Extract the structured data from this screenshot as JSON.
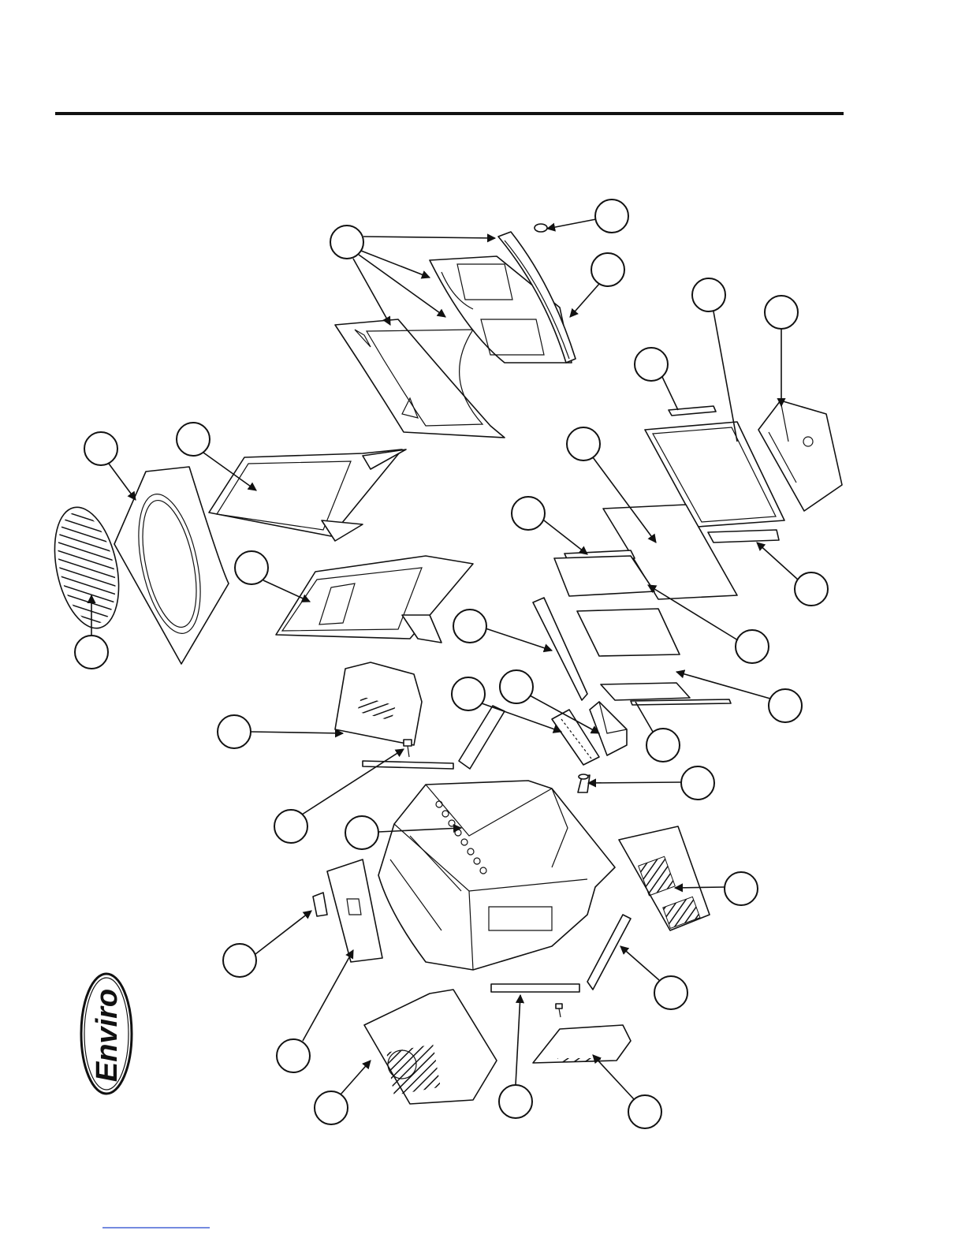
{
  "brand": {
    "logo_text": "Enviro"
  },
  "colors": {
    "ink": "#111111",
    "paper": "#ffffff",
    "footer_link": "#2244cc"
  },
  "diagram": {
    "type": "exploded-parts-view",
    "callout_count": 29,
    "callout_labels_visible": false
  }
}
